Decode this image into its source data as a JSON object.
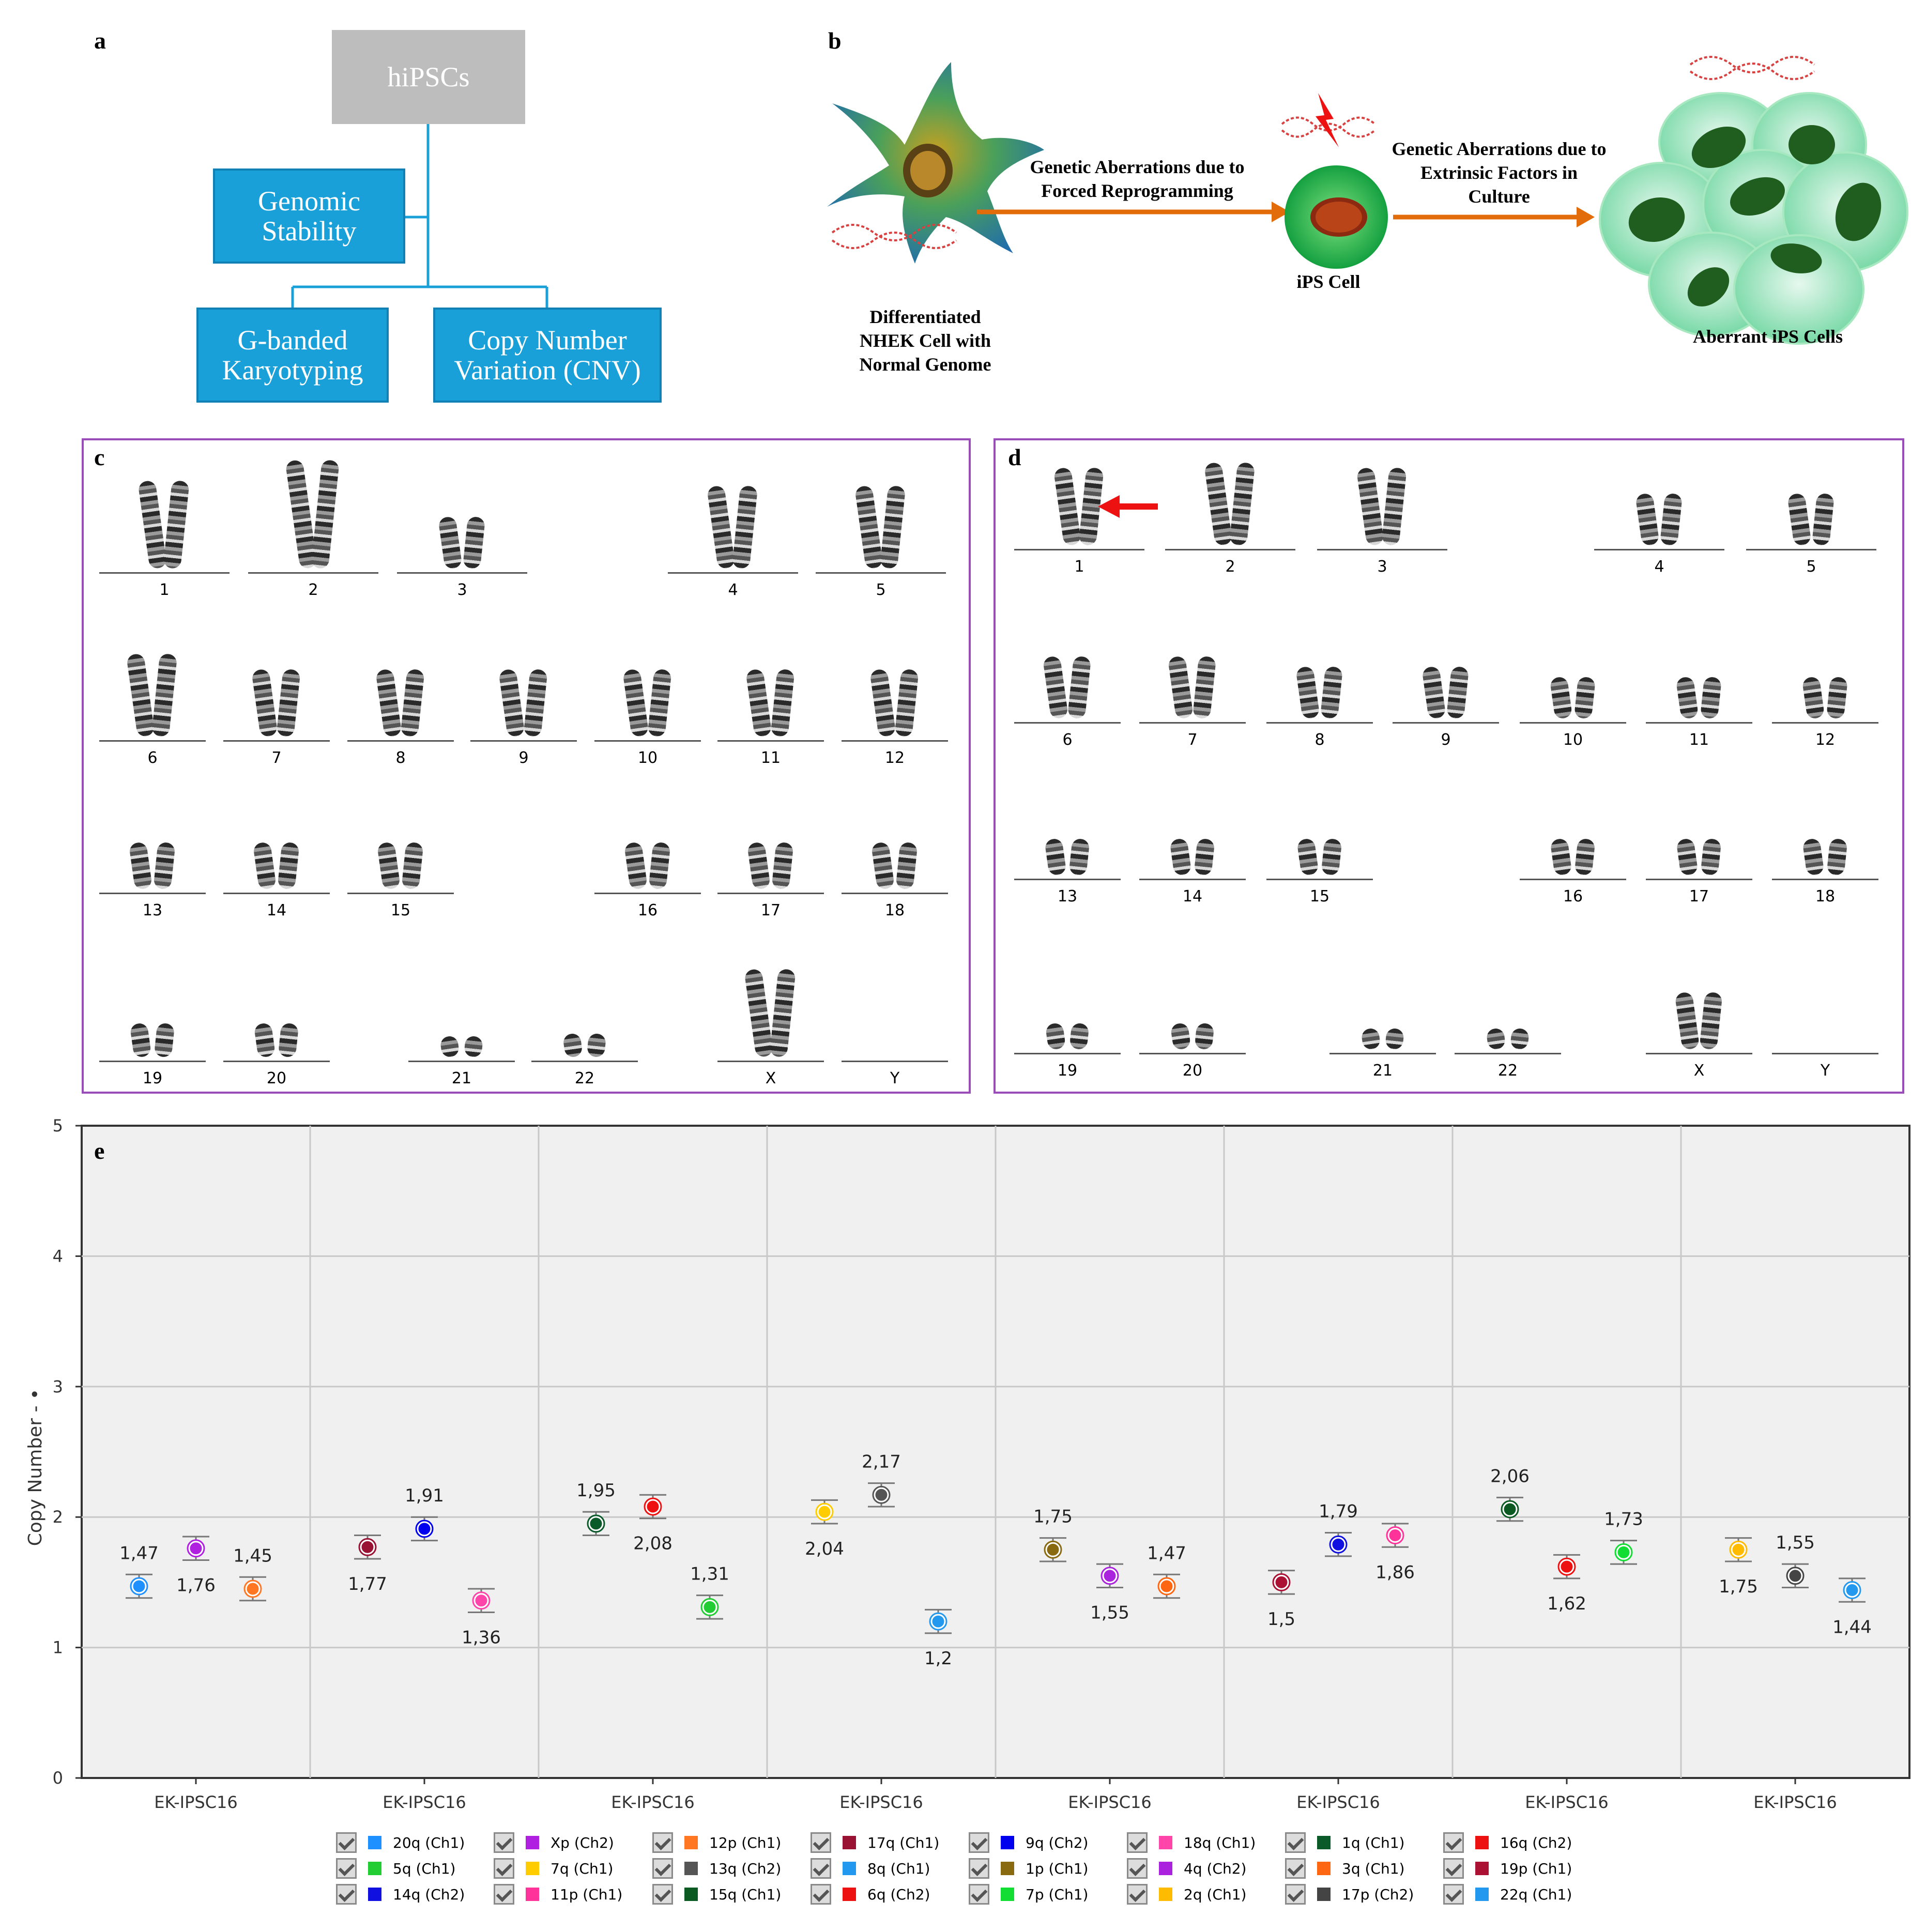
{
  "panel_a": {
    "label": "a",
    "top_box": "hiPSCs",
    "mid_box": "Genomic\nStability",
    "left_box": "G-banded\nKaryotyping",
    "right_box": "Copy Number\nVariation (CNV)"
  },
  "panel_b": {
    "label": "b",
    "arrow1": "Genetic Aberrations due to\nForced Reprogramming",
    "arrow2": "Genetic Aberrations due to\nExtrinsic Factors in\nCulture",
    "cell1": "Differentiated\nNHEK Cell with\nNormal Genome",
    "cell2": "iPS Cell",
    "cell3": "Aberrant iPS Cells"
  },
  "panel_c": {
    "label": "c",
    "chromosomes": [
      "1",
      "2",
      "3",
      "4",
      "5",
      "6",
      "7",
      "8",
      "9",
      "10",
      "11",
      "12",
      "13",
      "14",
      "15",
      "16",
      "17",
      "18",
      "19",
      "20",
      "21",
      "22",
      "X",
      "Y"
    ]
  },
  "panel_d": {
    "label": "d",
    "chromosomes": [
      "1",
      "2",
      "3",
      "4",
      "5",
      "6",
      "7",
      "8",
      "9",
      "10",
      "11",
      "12",
      "13",
      "14",
      "15",
      "16",
      "17",
      "18",
      "19",
      "20",
      "21",
      "22",
      "X",
      "Y"
    ]
  },
  "panel_e": {
    "label": "e",
    "legend": [
      {
        "label": "20q (Ch1)",
        "color": "#1e90ff"
      },
      {
        "label": "5q (Ch1)",
        "color": "#22cc33"
      },
      {
        "label": "14q (Ch2)",
        "color": "#1010e0"
      },
      {
        "label": "Xp (Ch2)",
        "color": "#b020e0"
      },
      {
        "label": "7q (Ch1)",
        "color": "#ffcc00"
      },
      {
        "label": "11p (Ch1)",
        "color": "#ff3399"
      },
      {
        "label": "12p (Ch1)",
        "color": "#ff7722"
      },
      {
        "label": "13q (Ch2)",
        "color": "#555555"
      },
      {
        "label": "15q (Ch1)",
        "color": "#0a5a22"
      },
      {
        "label": "17q (Ch1)",
        "color": "#991133"
      },
      {
        "label": "8q (Ch1)",
        "color": "#2299ee"
      },
      {
        "label": "6q (Ch2)",
        "color": "#ee1111"
      },
      {
        "label": "9q (Ch2)",
        "color": "#0000ee"
      },
      {
        "label": "1p (Ch1)",
        "color": "#8a6a10"
      },
      {
        "label": "7p (Ch1)",
        "color": "#11dd33"
      },
      {
        "label": "18q (Ch1)",
        "color": "#ff44aa"
      },
      {
        "label": "4q (Ch2)",
        "color": "#aa22dd"
      },
      {
        "label": "2q (Ch1)",
        "color": "#ffbb00"
      },
      {
        "label": "1q (Ch1)",
        "color": "#0a5a2a"
      },
      {
        "label": "3q (Ch1)",
        "color": "#ff6611"
      },
      {
        "label": "17p (Ch2)",
        "color": "#444444"
      },
      {
        "label": "16q (Ch2)",
        "color": "#ee1111"
      },
      {
        "label": "19p (Ch1)",
        "color": "#aa1133"
      },
      {
        "label": "22q (Ch1)",
        "color": "#2299ee"
      }
    ]
  },
  "chart_data": {
    "type": "scatter",
    "title": "",
    "xlabel": "",
    "ylabel": "Copy Number - •",
    "ylim": [
      0,
      5
    ],
    "yticks": [
      "0",
      "1",
      "2",
      "3",
      "4",
      "5"
    ],
    "categories": [
      "EK-IPSC16",
      "EK-IPSC16",
      "EK-IPSC16",
      "EK-IPSC16",
      "EK-IPSC16",
      "EK-IPSC16",
      "EK-IPSC16",
      "EK-IPSC16"
    ],
    "grid": true,
    "points": [
      {
        "group": 0,
        "slot": 0,
        "series": "20q (Ch1)",
        "value": 1.47,
        "label": "1,47",
        "color": "#1e90ff",
        "lab": "above"
      },
      {
        "group": 0,
        "slot": 1,
        "series": "Xp (Ch2)",
        "value": 1.76,
        "label": "1,76",
        "color": "#b020e0",
        "lab": "below"
      },
      {
        "group": 0,
        "slot": 2,
        "series": "12p (Ch1)",
        "value": 1.45,
        "label": "1,45",
        "color": "#ff7722",
        "lab": "above"
      },
      {
        "group": 1,
        "slot": 0,
        "series": "17q (Ch1)",
        "value": 1.77,
        "label": "1,77",
        "color": "#991133",
        "lab": "below"
      },
      {
        "group": 1,
        "slot": 1,
        "series": "9q (Ch2)",
        "value": 1.91,
        "label": "1,91",
        "color": "#0000ee",
        "lab": "above"
      },
      {
        "group": 1,
        "slot": 2,
        "series": "18q (Ch1)",
        "value": 1.36,
        "label": "1,36",
        "color": "#ff44aa",
        "lab": "below"
      },
      {
        "group": 2,
        "slot": 0,
        "series": "1q (Ch1)",
        "value": 1.95,
        "label": "1,95",
        "color": "#0a5a2a",
        "lab": "above"
      },
      {
        "group": 2,
        "slot": 1,
        "series": "16q (Ch2)",
        "value": 2.08,
        "label": "2,08",
        "color": "#ee1111",
        "lab": "below"
      },
      {
        "group": 2,
        "slot": 2,
        "series": "5q (Ch1)",
        "value": 1.31,
        "label": "1,31",
        "color": "#22cc33",
        "lab": "above"
      },
      {
        "group": 3,
        "slot": 0,
        "series": "7q (Ch1)",
        "value": 2.04,
        "label": "2,04",
        "color": "#ffcc00",
        "lab": "below"
      },
      {
        "group": 3,
        "slot": 1,
        "series": "13q (Ch2)",
        "value": 2.17,
        "label": "2,17",
        "color": "#555555",
        "lab": "above"
      },
      {
        "group": 3,
        "slot": 2,
        "series": "8q (Ch1)",
        "value": 1.2,
        "label": "1,2",
        "color": "#2299ee",
        "lab": "below"
      },
      {
        "group": 4,
        "slot": 0,
        "series": "1p (Ch1)",
        "value": 1.75,
        "label": "1,75",
        "color": "#8a6a10",
        "lab": "above"
      },
      {
        "group": 4,
        "slot": 1,
        "series": "4q (Ch2)",
        "value": 1.55,
        "label": "1,55",
        "color": "#aa22dd",
        "lab": "below"
      },
      {
        "group": 4,
        "slot": 2,
        "series": "3q (Ch1)",
        "value": 1.47,
        "label": "1,47",
        "color": "#ff6611",
        "lab": "above"
      },
      {
        "group": 5,
        "slot": 0,
        "series": "19p (Ch1)",
        "value": 1.5,
        "label": "1,5",
        "color": "#aa1133",
        "lab": "below"
      },
      {
        "group": 5,
        "slot": 1,
        "series": "14q (Ch2)",
        "value": 1.79,
        "label": "1,79",
        "color": "#1010e0",
        "lab": "above"
      },
      {
        "group": 5,
        "slot": 2,
        "series": "11p (Ch1)",
        "value": 1.86,
        "label": "1,86",
        "color": "#ff3399",
        "lab": "below"
      },
      {
        "group": 6,
        "slot": 0,
        "series": "15q (Ch1)",
        "value": 2.06,
        "label": "2,06",
        "color": "#0a5a22",
        "lab": "above"
      },
      {
        "group": 6,
        "slot": 1,
        "series": "6q (Ch2)",
        "value": 1.62,
        "label": "1,62",
        "color": "#ee1111",
        "lab": "below"
      },
      {
        "group": 6,
        "slot": 2,
        "series": "7p (Ch1)",
        "value": 1.73,
        "label": "1,73",
        "color": "#11dd33",
        "lab": "above"
      },
      {
        "group": 7,
        "slot": 0,
        "series": "2q (Ch1)",
        "value": 1.75,
        "label": "1,75",
        "color": "#ffbb00",
        "lab": "below"
      },
      {
        "group": 7,
        "slot": 1,
        "series": "17p (Ch2)",
        "value": 1.55,
        "label": "1,55",
        "color": "#444444",
        "lab": "above"
      },
      {
        "group": 7,
        "slot": 2,
        "series": "22q (Ch1)",
        "value": 1.44,
        "label": "1,44",
        "color": "#2299ee",
        "lab": "below"
      }
    ]
  }
}
